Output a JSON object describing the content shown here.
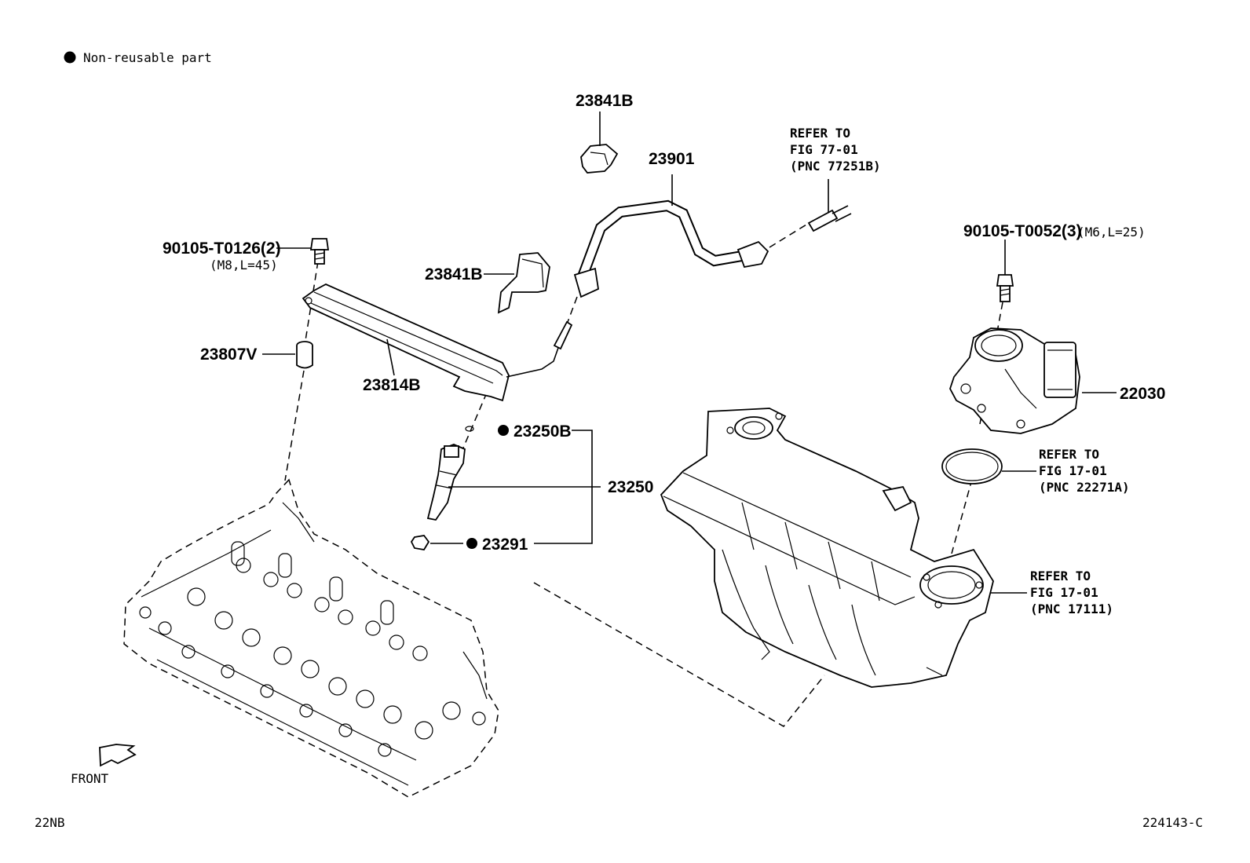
{
  "legend": {
    "symbol": "●",
    "text": "Non-reusable part"
  },
  "labels": {
    "p23841b_top": "23841B",
    "p23901": "23901",
    "refer_fig77_line1": "REFER TO",
    "refer_fig77_line2": "FIG 77-01",
    "refer_fig77_line3": "(PNC 77251B)",
    "bolt_left": "90105-T0126(2)",
    "bolt_left_spec": "(M8,L=45)",
    "p23841b_mid": "23841B",
    "bolt_right": "90105-T0052(3)",
    "bolt_right_spec": "(M6,L=25)",
    "p23807v": "23807V",
    "p23814b": "23814B",
    "p22030": "22030",
    "p23250b": "23250B",
    "p23250": "23250",
    "refer_fig17a_line1": "REFER TO",
    "refer_fig17a_line2": "FIG 17-01",
    "refer_fig17a_line3": "(PNC 22271A)",
    "p23291": "23291",
    "refer_fig17b_line1": "REFER TO",
    "refer_fig17b_line2": "FIG 17-01",
    "refer_fig17b_line3": "(PNC 17111)",
    "front": "FRONT",
    "engine_code": "22NB",
    "figure_id": "224143-C"
  },
  "non_reusable_marker": "●",
  "components": [
    {
      "name": "fuel-hose-clamp-icon"
    },
    {
      "name": "fuel-pipe-icon"
    },
    {
      "name": "fuel-delivery-pipe-icon"
    },
    {
      "name": "fuel-injector-icon"
    },
    {
      "name": "injector-o-ring-icon"
    },
    {
      "name": "insulator-icon"
    },
    {
      "name": "spacer-collar-icon"
    },
    {
      "name": "bolt-icon"
    },
    {
      "name": "cylinder-head-icon"
    },
    {
      "name": "intake-manifold-icon"
    },
    {
      "name": "throttle-body-icon"
    },
    {
      "name": "gasket-icon"
    }
  ]
}
